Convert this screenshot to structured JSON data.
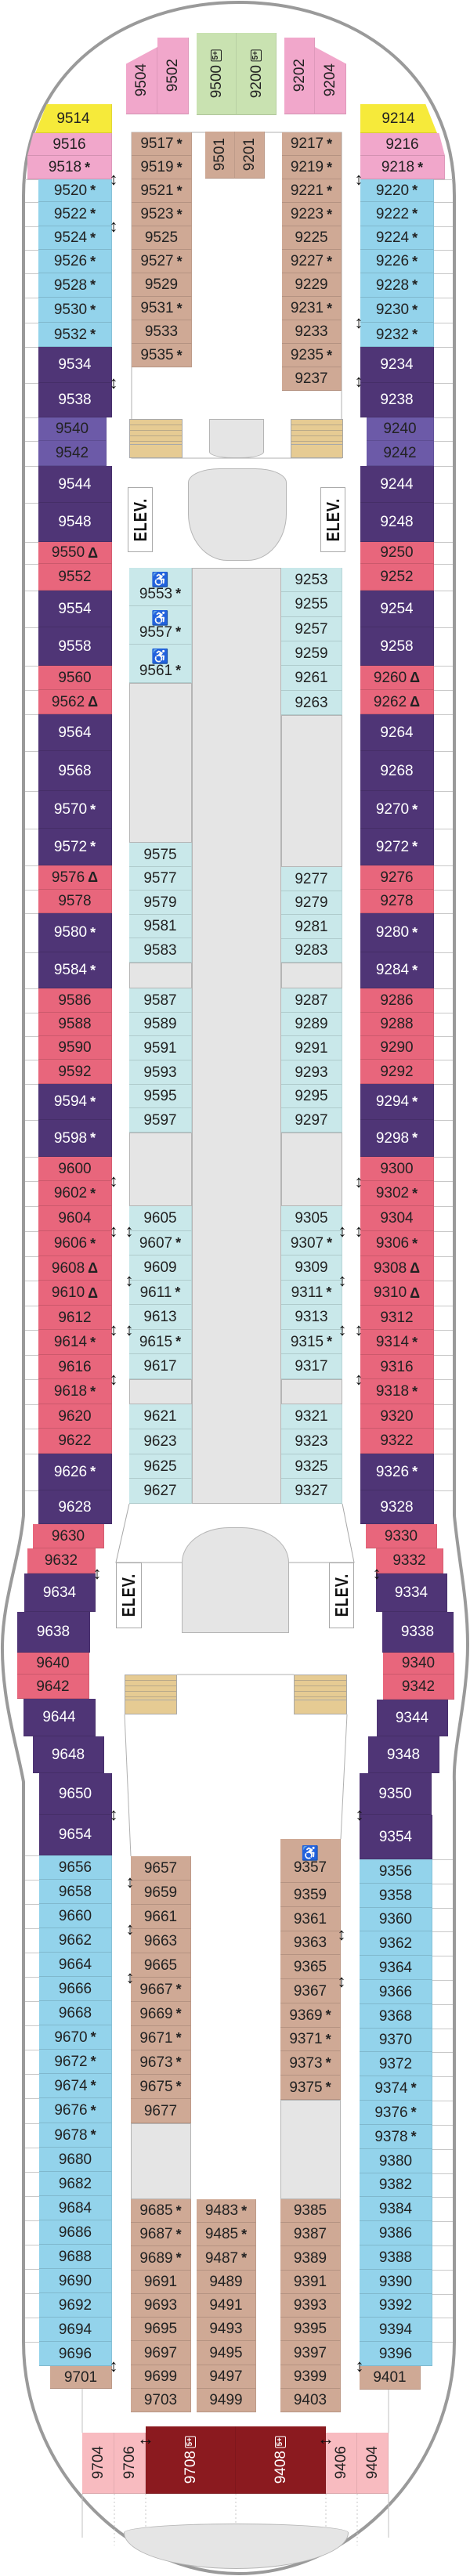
{
  "colors": {
    "Y": "#f6ea3a",
    "K": "#f1a7cb",
    "G": "#c9e2b1",
    "B": "#93d3eb",
    "P": "#4f3576",
    "V": "#6c5aa8",
    "R": "#e8667c",
    "T": "#cfa995",
    "C": "#c9e8ea",
    "L": "#f8bbc0",
    "D": "#8b1a1f"
  },
  "labels": {
    "elevator": "ELEV."
  },
  "sections": {
    "left_outer": [
      [
        "9520",
        "B",
        "*"
      ],
      [
        "9522",
        "B",
        "*"
      ],
      [
        "9524",
        "B",
        "*"
      ],
      [
        "9526",
        "B",
        "*"
      ],
      [
        "9528",
        "B",
        "*"
      ],
      [
        "9530",
        "B",
        "*"
      ],
      [
        "9532",
        "B",
        "*"
      ],
      [
        "9534",
        "P",
        ""
      ],
      [
        "9538",
        "P",
        ""
      ],
      [
        "9540",
        "V",
        ""
      ],
      [
        "9542",
        "V",
        ""
      ],
      [
        "9544",
        "P",
        ""
      ],
      [
        "9548",
        "P",
        ""
      ],
      [
        "9550",
        "R",
        "Δ"
      ],
      [
        "9552",
        "R",
        ""
      ],
      [
        "9554",
        "P",
        ""
      ],
      [
        "9558",
        "P",
        ""
      ],
      [
        "9560",
        "R",
        ""
      ],
      [
        "9562",
        "R",
        "Δ"
      ],
      [
        "9564",
        "P",
        ""
      ],
      [
        "9568",
        "P",
        ""
      ],
      [
        "9570",
        "P",
        "*"
      ],
      [
        "9572",
        "P",
        "*"
      ],
      [
        "9576",
        "R",
        "Δ"
      ],
      [
        "9578",
        "R",
        ""
      ],
      [
        "9580",
        "P",
        "*"
      ],
      [
        "9584",
        "P",
        "*"
      ],
      [
        "9586",
        "R",
        ""
      ],
      [
        "9588",
        "R",
        ""
      ],
      [
        "9590",
        "R",
        ""
      ],
      [
        "9592",
        "R",
        ""
      ],
      [
        "9594",
        "P",
        "*"
      ],
      [
        "9598",
        "P",
        "*"
      ],
      [
        "9600",
        "R",
        ""
      ],
      [
        "9602",
        "R",
        "*"
      ],
      [
        "9604",
        "R",
        ""
      ],
      [
        "9606",
        "R",
        "*"
      ],
      [
        "9608",
        "R",
        "Δ"
      ],
      [
        "9610",
        "R",
        "Δ"
      ],
      [
        "9612",
        "R",
        ""
      ],
      [
        "9614",
        "R",
        "*"
      ],
      [
        "9616",
        "R",
        ""
      ],
      [
        "9618",
        "R",
        "*"
      ],
      [
        "9620",
        "R",
        ""
      ],
      [
        "9622",
        "R",
        ""
      ],
      [
        "9626",
        "P",
        "*"
      ],
      [
        "9628",
        "P",
        ""
      ]
    ],
    "right_outer": [
      [
        "9220",
        "B",
        "*"
      ],
      [
        "9222",
        "B",
        "*"
      ],
      [
        "9224",
        "B",
        "*"
      ],
      [
        "9226",
        "B",
        "*"
      ],
      [
        "9228",
        "B",
        "*"
      ],
      [
        "9230",
        "B",
        "*"
      ],
      [
        "9232",
        "B",
        "*"
      ],
      [
        "9234",
        "P",
        ""
      ],
      [
        "9238",
        "P",
        ""
      ],
      [
        "9240",
        "V",
        ""
      ],
      [
        "9242",
        "V",
        ""
      ],
      [
        "9244",
        "P",
        ""
      ],
      [
        "9248",
        "P",
        ""
      ],
      [
        "9250",
        "R",
        ""
      ],
      [
        "9252",
        "R",
        ""
      ],
      [
        "9254",
        "P",
        ""
      ],
      [
        "9258",
        "P",
        ""
      ],
      [
        "9260",
        "R",
        "Δ"
      ],
      [
        "9262",
        "R",
        "Δ"
      ],
      [
        "9264",
        "P",
        ""
      ],
      [
        "9268",
        "P",
        ""
      ],
      [
        "9270",
        "P",
        "*"
      ],
      [
        "9272",
        "P",
        "*"
      ],
      [
        "9276",
        "R",
        ""
      ],
      [
        "9278",
        "R",
        ""
      ],
      [
        "9280",
        "P",
        "*"
      ],
      [
        "9284",
        "P",
        "*"
      ],
      [
        "9286",
        "R",
        ""
      ],
      [
        "9288",
        "R",
        ""
      ],
      [
        "9290",
        "R",
        ""
      ],
      [
        "9292",
        "R",
        ""
      ],
      [
        "9294",
        "P",
        "*"
      ],
      [
        "9298",
        "P",
        "*"
      ],
      [
        "9300",
        "R",
        ""
      ],
      [
        "9302",
        "R",
        "*"
      ],
      [
        "9304",
        "R",
        ""
      ],
      [
        "9306",
        "R",
        "*"
      ],
      [
        "9308",
        "R",
        "Δ"
      ],
      [
        "9310",
        "R",
        "Δ"
      ],
      [
        "9312",
        "R",
        ""
      ],
      [
        "9314",
        "R",
        "*"
      ],
      [
        "9316",
        "R",
        ""
      ],
      [
        "9318",
        "R",
        "*"
      ],
      [
        "9320",
        "R",
        ""
      ],
      [
        "9322",
        "R",
        ""
      ],
      [
        "9326",
        "P",
        "*"
      ],
      [
        "9328",
        "P",
        ""
      ]
    ],
    "left_inner_fwd": [
      [
        "9517",
        "T",
        "*"
      ],
      [
        "9519",
        "T",
        "*"
      ],
      [
        "9521",
        "T",
        "*"
      ],
      [
        "9523",
        "T",
        "*"
      ],
      [
        "9525",
        "T",
        ""
      ],
      [
        "9527",
        "T",
        "*"
      ],
      [
        "9529",
        "T",
        ""
      ],
      [
        "9531",
        "T",
        "*"
      ],
      [
        "9533",
        "T",
        ""
      ],
      [
        "9535",
        "T",
        "*"
      ]
    ],
    "right_inner_fwd": [
      [
        "9217",
        "T",
        "*"
      ],
      [
        "9219",
        "T",
        "*"
      ],
      [
        "9221",
        "T",
        "*"
      ],
      [
        "9223",
        "T",
        "*"
      ],
      [
        "9225",
        "T",
        ""
      ],
      [
        "9227",
        "T",
        "*"
      ],
      [
        "9229",
        "T",
        ""
      ],
      [
        "9231",
        "T",
        "*"
      ],
      [
        "9233",
        "T",
        ""
      ],
      [
        "9235",
        "T",
        "*"
      ],
      [
        "9237",
        "T",
        ""
      ]
    ],
    "left_inner_mid": [
      [
        "9553",
        "C",
        "*",
        "♿"
      ],
      [
        "9557",
        "C",
        "*",
        "♿"
      ],
      [
        "9561",
        "C",
        "*",
        "♿"
      ],
      [
        "9575",
        "C",
        ""
      ],
      [
        "9577",
        "C",
        ""
      ],
      [
        "9579",
        "C",
        ""
      ],
      [
        "9581",
        "C",
        ""
      ],
      [
        "9583",
        "C",
        ""
      ],
      [
        "9587",
        "C",
        ""
      ],
      [
        "9589",
        "C",
        ""
      ],
      [
        "9591",
        "C",
        ""
      ],
      [
        "9593",
        "C",
        ""
      ],
      [
        "9595",
        "C",
        ""
      ],
      [
        "9597",
        "C",
        ""
      ],
      [
        "9605",
        "C",
        ""
      ],
      [
        "9607",
        "C",
        "*"
      ],
      [
        "9609",
        "C",
        ""
      ],
      [
        "9611",
        "C",
        "*"
      ],
      [
        "9613",
        "C",
        ""
      ],
      [
        "9615",
        "C",
        "*"
      ],
      [
        "9617",
        "C",
        ""
      ],
      [
        "9621",
        "C",
        ""
      ],
      [
        "9623",
        "C",
        ""
      ],
      [
        "9625",
        "C",
        ""
      ],
      [
        "9627",
        "C",
        ""
      ]
    ],
    "right_inner_mid": [
      [
        "9253",
        "C",
        ""
      ],
      [
        "9255",
        "C",
        ""
      ],
      [
        "9257",
        "C",
        ""
      ],
      [
        "9259",
        "C",
        ""
      ],
      [
        "9261",
        "C",
        ""
      ],
      [
        "9263",
        "C",
        ""
      ],
      [
        "9277",
        "C",
        ""
      ],
      [
        "9279",
        "C",
        ""
      ],
      [
        "9281",
        "C",
        ""
      ],
      [
        "9283",
        "C",
        ""
      ],
      [
        "9287",
        "C",
        ""
      ],
      [
        "9289",
        "C",
        ""
      ],
      [
        "9291",
        "C",
        ""
      ],
      [
        "9293",
        "C",
        ""
      ],
      [
        "9295",
        "C",
        ""
      ],
      [
        "9297",
        "C",
        ""
      ],
      [
        "9305",
        "C",
        ""
      ],
      [
        "9307",
        "C",
        "*"
      ],
      [
        "9309",
        "C",
        ""
      ],
      [
        "9311",
        "C",
        "*"
      ],
      [
        "9313",
        "C",
        ""
      ],
      [
        "9315",
        "C",
        "*"
      ],
      [
        "9317",
        "C",
        ""
      ],
      [
        "9321",
        "C",
        ""
      ],
      [
        "9323",
        "C",
        ""
      ],
      [
        "9325",
        "C",
        ""
      ],
      [
        "9327",
        "C",
        ""
      ]
    ],
    "left_aft_outer": [
      [
        "9656",
        "B",
        ""
      ],
      [
        "9658",
        "B",
        ""
      ],
      [
        "9660",
        "B",
        ""
      ],
      [
        "9662",
        "B",
        ""
      ],
      [
        "9664",
        "B",
        ""
      ],
      [
        "9666",
        "B",
        ""
      ],
      [
        "9668",
        "B",
        ""
      ],
      [
        "9670",
        "B",
        "*"
      ],
      [
        "9672",
        "B",
        "*"
      ],
      [
        "9674",
        "B",
        "*"
      ],
      [
        "9676",
        "B",
        "*"
      ],
      [
        "9678",
        "B",
        "*"
      ],
      [
        "9680",
        "B",
        ""
      ],
      [
        "9682",
        "B",
        ""
      ],
      [
        "9684",
        "B",
        ""
      ],
      [
        "9686",
        "B",
        ""
      ],
      [
        "9688",
        "B",
        ""
      ],
      [
        "9690",
        "B",
        ""
      ],
      [
        "9692",
        "B",
        ""
      ],
      [
        "9694",
        "B",
        ""
      ],
      [
        "9696",
        "B",
        ""
      ]
    ],
    "right_aft_outer": [
      [
        "9356",
        "B",
        ""
      ],
      [
        "9358",
        "B",
        ""
      ],
      [
        "9360",
        "B",
        ""
      ],
      [
        "9362",
        "B",
        ""
      ],
      [
        "9364",
        "B",
        ""
      ],
      [
        "9366",
        "B",
        ""
      ],
      [
        "9368",
        "B",
        ""
      ],
      [
        "9370",
        "B",
        ""
      ],
      [
        "9372",
        "B",
        ""
      ],
      [
        "9374",
        "B",
        "*"
      ],
      [
        "9376",
        "B",
        "*"
      ],
      [
        "9378",
        "B",
        "*"
      ],
      [
        "9380",
        "B",
        ""
      ],
      [
        "9382",
        "B",
        ""
      ],
      [
        "9384",
        "B",
        ""
      ],
      [
        "9386",
        "B",
        ""
      ],
      [
        "9388",
        "B",
        ""
      ],
      [
        "9390",
        "B",
        ""
      ],
      [
        "9392",
        "B",
        ""
      ],
      [
        "9394",
        "B",
        ""
      ],
      [
        "9396",
        "B",
        ""
      ]
    ],
    "left_inner_aft": [
      [
        "9657",
        "T",
        ""
      ],
      [
        "9659",
        "T",
        ""
      ],
      [
        "9661",
        "T",
        ""
      ],
      [
        "9663",
        "T",
        ""
      ],
      [
        "9665",
        "T",
        ""
      ],
      [
        "9667",
        "T",
        "*"
      ],
      [
        "9669",
        "T",
        "*"
      ],
      [
        "9671",
        "T",
        "*"
      ],
      [
        "9673",
        "T",
        "*"
      ],
      [
        "9675",
        "T",
        "*"
      ],
      [
        "9677",
        "T",
        ""
      ],
      [
        "9685",
        "T",
        "*"
      ],
      [
        "9687",
        "T",
        "*"
      ],
      [
        "9689",
        "T",
        "*"
      ],
      [
        "9691",
        "T",
        ""
      ],
      [
        "9693",
        "T",
        ""
      ],
      [
        "9695",
        "T",
        ""
      ],
      [
        "9697",
        "T",
        ""
      ],
      [
        "9699",
        "T",
        ""
      ],
      [
        "9703",
        "T",
        ""
      ]
    ],
    "center_aft": [
      [
        "9483",
        "T",
        "*"
      ],
      [
        "9485",
        "T",
        "*"
      ],
      [
        "9487",
        "T",
        "*"
      ],
      [
        "9489",
        "T",
        ""
      ],
      [
        "9491",
        "T",
        ""
      ],
      [
        "9493",
        "T",
        ""
      ],
      [
        "9495",
        "T",
        ""
      ],
      [
        "9497",
        "T",
        ""
      ],
      [
        "9499",
        "T",
        ""
      ]
    ],
    "right_inner_aft": [
      [
        "9357",
        "T",
        "",
        "♿"
      ],
      [
        "9359",
        "T",
        ""
      ],
      [
        "9361",
        "T",
        ""
      ],
      [
        "9363",
        "T",
        ""
      ],
      [
        "9365",
        "T",
        ""
      ],
      [
        "9367",
        "T",
        ""
      ],
      [
        "9369",
        "T",
        "*"
      ],
      [
        "9371",
        "T",
        "*"
      ],
      [
        "9373",
        "T",
        "*"
      ],
      [
        "9375",
        "T",
        "*"
      ],
      [
        "9385",
        "T",
        ""
      ],
      [
        "9387",
        "T",
        ""
      ],
      [
        "9389",
        "T",
        ""
      ],
      [
        "9391",
        "T",
        ""
      ],
      [
        "9393",
        "T",
        ""
      ],
      [
        "9395",
        "T",
        ""
      ],
      [
        "9397",
        "T",
        ""
      ],
      [
        "9399",
        "T",
        ""
      ],
      [
        "9403",
        "T",
        ""
      ]
    ],
    "specials": [
      [
        "9504",
        "K",
        ""
      ],
      [
        "9502",
        "K",
        ""
      ],
      [
        "9500",
        "G",
        "",
        "5+"
      ],
      [
        "9200",
        "G",
        "",
        "5+"
      ],
      [
        "9202",
        "K",
        ""
      ],
      [
        "9204",
        "K",
        ""
      ],
      [
        "9514",
        "Y",
        ""
      ],
      [
        "9516",
        "K",
        ""
      ],
      [
        "9518",
        "K",
        "*"
      ],
      [
        "9214",
        "Y",
        ""
      ],
      [
        "9216",
        "K",
        ""
      ],
      [
        "9218",
        "K",
        "*"
      ],
      [
        "9501",
        "T",
        ""
      ],
      [
        "9201",
        "T",
        ""
      ],
      [
        "9630",
        "R",
        ""
      ],
      [
        "9632",
        "R",
        ""
      ],
      [
        "9634",
        "P",
        ""
      ],
      [
        "9638",
        "P",
        ""
      ],
      [
        "9640",
        "R",
        ""
      ],
      [
        "9642",
        "R",
        ""
      ],
      [
        "9644",
        "P",
        ""
      ],
      [
        "9648",
        "P",
        ""
      ],
      [
        "9650",
        "P",
        ""
      ],
      [
        "9654",
        "P",
        ""
      ],
      [
        "9330",
        "R",
        ""
      ],
      [
        "9332",
        "R",
        ""
      ],
      [
        "9334",
        "P",
        ""
      ],
      [
        "9338",
        "P",
        ""
      ],
      [
        "9340",
        "R",
        ""
      ],
      [
        "9342",
        "R",
        ""
      ],
      [
        "9344",
        "P",
        ""
      ],
      [
        "9348",
        "P",
        ""
      ],
      [
        "9350",
        "P",
        ""
      ],
      [
        "9354",
        "P",
        ""
      ],
      [
        "9701",
        "T",
        ""
      ],
      [
        "9401",
        "T",
        ""
      ],
      [
        "9704",
        "L",
        ""
      ],
      [
        "9706",
        "L",
        ""
      ],
      [
        "9708",
        "D",
        "",
        "5+"
      ],
      [
        "9408",
        "D",
        "",
        "5+"
      ],
      [
        "9406",
        "L",
        ""
      ],
      [
        "9404",
        "L",
        ""
      ]
    ]
  }
}
